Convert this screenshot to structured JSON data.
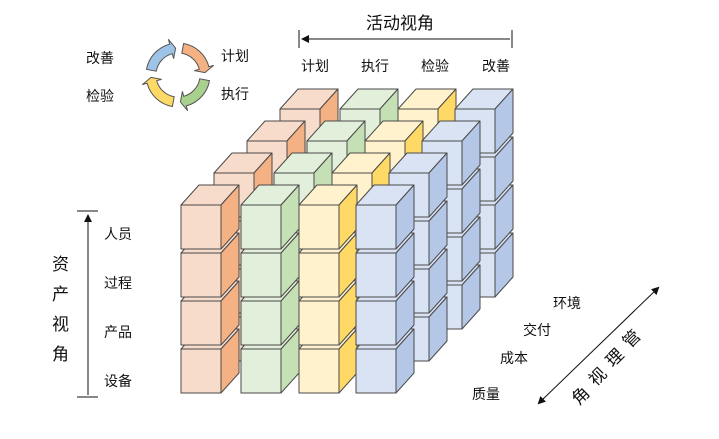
{
  "cycle": {
    "labels": [
      "改善",
      "计划",
      "检验",
      "执行"
    ]
  },
  "activity_axis": {
    "title": "活动视角",
    "items": [
      "计划",
      "执行",
      "检验",
      "改善"
    ]
  },
  "asset_axis": {
    "title": [
      "资",
      "产",
      "视",
      "角"
    ],
    "items": [
      "人员",
      "过程",
      "产品",
      "设备"
    ]
  },
  "management_axis": {
    "title": [
      "管",
      "理",
      "视",
      "角"
    ],
    "items": [
      "环境",
      "交付",
      "成本",
      "质量"
    ]
  },
  "colors": {
    "orange": [
      "#F8DCCB",
      "#F4B183"
    ],
    "green": [
      "#E2EFDA",
      "#C5E0B4"
    ],
    "yellow": [
      "#FFF2CC",
      "#FFD966"
    ],
    "blue": [
      "#DAE3F3",
      "#B4C7E7"
    ]
  }
}
